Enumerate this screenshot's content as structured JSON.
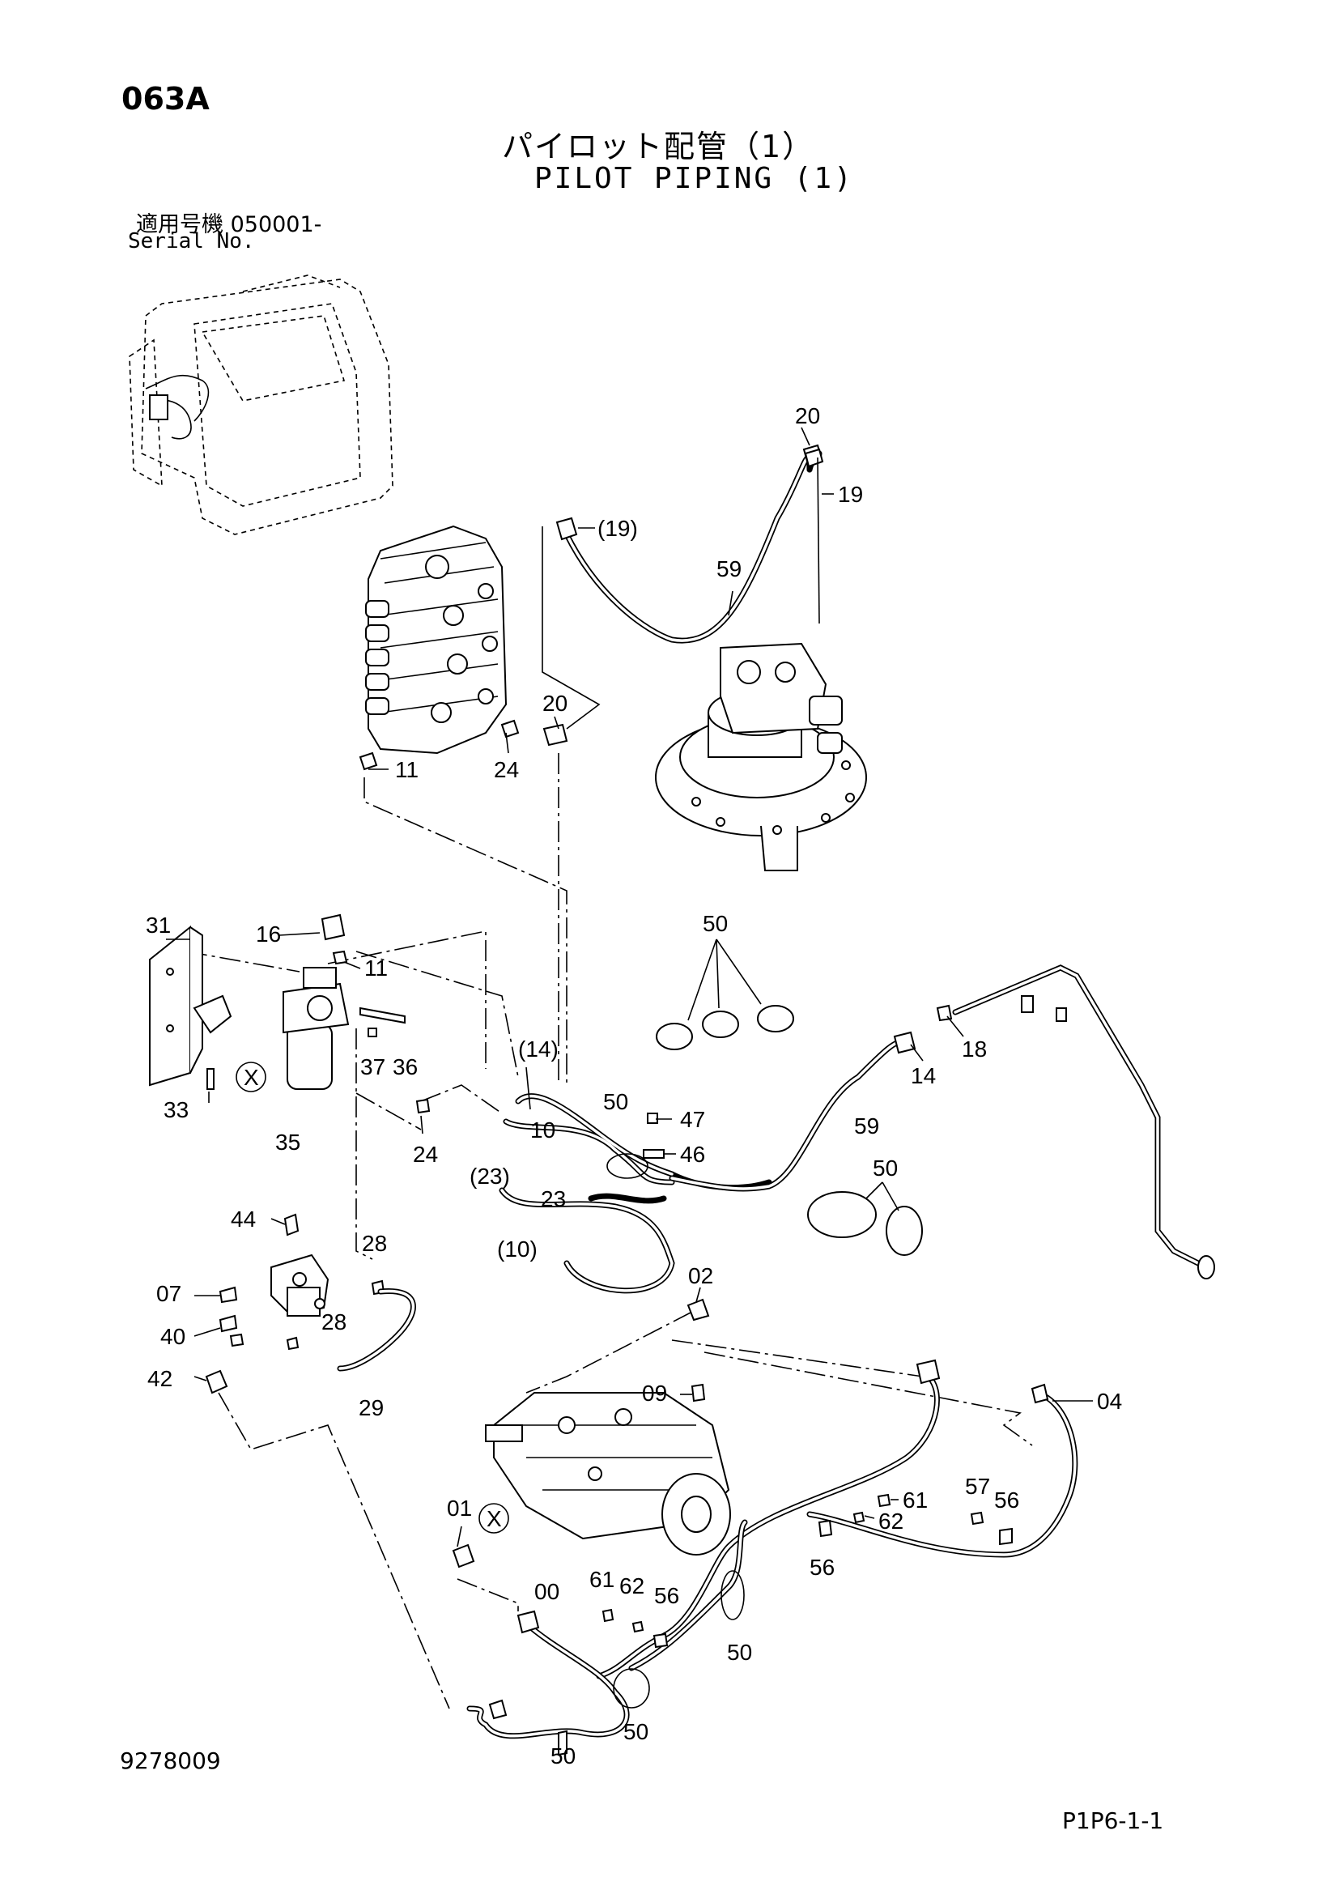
{
  "header": {
    "sheet_code": "063A",
    "title_ja": "パイロット配管（1）",
    "title_en": "PILOT PIPING (1)",
    "serial_ja": "適用号機  050001-",
    "serial_en": "Serial No."
  },
  "footer": {
    "drawing_number": "9278009",
    "page_ref": "P1P6-1-1"
  },
  "callouts": {
    "c20a": "20",
    "c19a": "19",
    "c19b": "(19)",
    "c59a": "59",
    "c20b": "20",
    "c11a": "11",
    "c24a": "24",
    "c31": "31",
    "c16": "16",
    "c11b": "11",
    "c37": "37",
    "c36": "36",
    "cXa": "X",
    "c33": "33",
    "c35": "35",
    "c24b": "24",
    "c14a": "(14)",
    "c10a": "10",
    "c23a": "(23)",
    "c23b": "23",
    "c10b": "(10)",
    "c50a": "50",
    "c47": "47",
    "c46": "46",
    "c59b": "59",
    "c14b": "14",
    "c18": "18",
    "c50b": "50",
    "c50c": "50",
    "c44": "44",
    "c07": "07",
    "c40": "40",
    "c42": "42",
    "c28a": "28",
    "c28b": "28",
    "c29": "29",
    "c02": "02",
    "c09": "09",
    "c04": "04",
    "c61a": "61",
    "c62a": "62",
    "c57": "57",
    "c56a": "56",
    "c56b": "56",
    "c01": "01",
    "cXb": "X",
    "c00": "00",
    "c61b": "61",
    "c62b": "62",
    "c56c": "56",
    "c50d": "50",
    "c50e": "50",
    "c50f": "50"
  }
}
